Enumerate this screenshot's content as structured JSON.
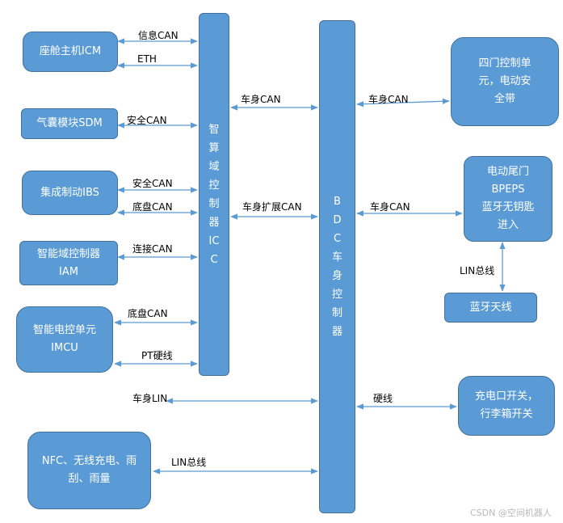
{
  "colors": {
    "box_fill": "#5b9bd5",
    "box_border": "#41719c",
    "arrow": "#5b9bd5",
    "text": "#000000"
  },
  "icc": {
    "label": "智算域控制器ICC"
  },
  "bdc": {
    "label": "BDC车身控制器"
  },
  "left_boxes": {
    "icm": "座舱主机ICM",
    "sdm": "气囊模块SDM",
    "ibs": "集成制动IBS",
    "iam": "智能域控制器\nIAM",
    "imcu": "智能电控单元\nIMCU",
    "nfc": "NFC、无线充电、雨\n刮、雨量"
  },
  "right_boxes": {
    "door": "四门控制单\n元，电动安\n全带",
    "tail": "电动尾门\nBPEPS\n蓝牙无钥匙\n进入",
    "bt": "蓝牙天线",
    "charge": "充电口开关，\n行李箱开关"
  },
  "links": {
    "icm_info": "信息CAN",
    "icm_eth": "ETH",
    "sdm_safe": "安全CAN",
    "ibs_safe": "安全CAN",
    "ibs_chassis": "底盘CAN",
    "iam_conn": "连接CAN",
    "imcu_chassis": "底盘CAN",
    "imcu_pt": "PT硬线",
    "icc_bdc_body": "车身CAN",
    "icc_bdc_ext": "车身扩展CAN",
    "bdc_door": "车身CAN",
    "bdc_tail": "车身CAN",
    "tail_bt": "LIN总线",
    "body_lin": "车身LIN",
    "nfc_lin": "LIN总线",
    "bdc_charge": "硬线"
  },
  "watermark": "CSDN @空间机器人"
}
